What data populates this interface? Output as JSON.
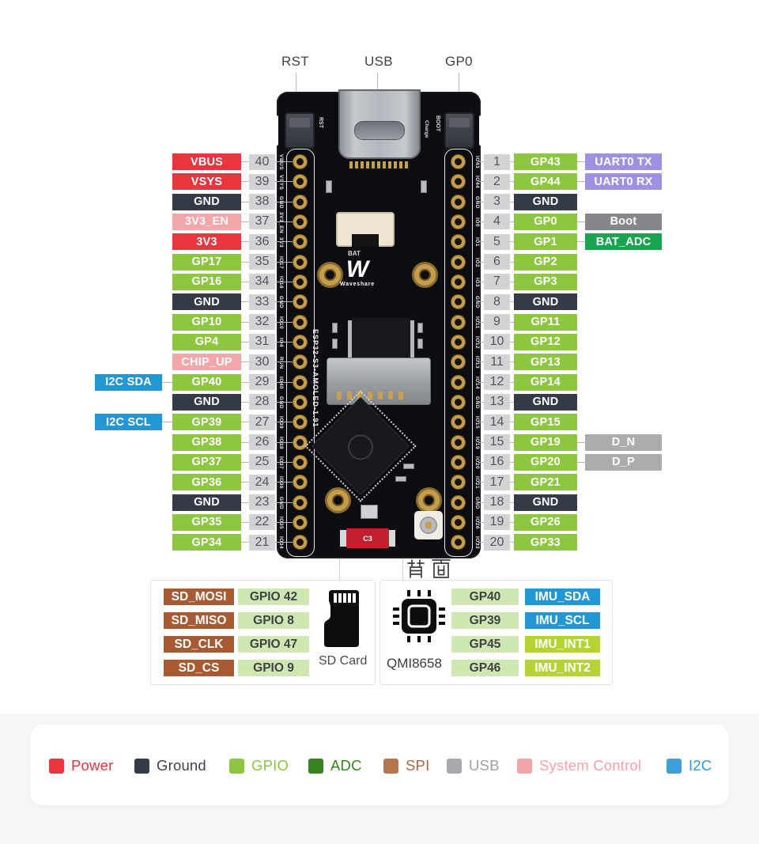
{
  "header": {
    "top_labels": [
      "RST",
      "USB",
      "GP0"
    ]
  },
  "colors": {
    "power": "#e8353e",
    "ground": "#343a46",
    "gpio": "#8dc63f",
    "sysctl": "#f3a7ab",
    "i2c": "#2397d4",
    "uart": "#9d92e2",
    "boot": "#85878a",
    "adc": "#1aa44f",
    "usb": "#aaacae",
    "lime": "#b4d435",
    "table_green": "#cfe7b2",
    "table_green_text": "#3f4245",
    "sd_brown": "#a85a33",
    "num_chip": "#d2d3d5"
  },
  "left_pins": [
    {
      "num": "40",
      "name": "VBUS",
      "type": "power",
      "silk": "VBUS",
      "fn": null,
      "fn_type": null
    },
    {
      "num": "39",
      "name": "VSYS",
      "type": "power",
      "silk": "VSYS",
      "fn": null,
      "fn_type": null
    },
    {
      "num": "38",
      "name": "GND",
      "type": "ground",
      "silk": "GND",
      "fn": null,
      "fn_type": null
    },
    {
      "num": "37",
      "name": "3V3_EN",
      "type": "sysctl",
      "silk": "3V3_EN",
      "fn": null,
      "fn_type": null
    },
    {
      "num": "36",
      "name": "3V3",
      "type": "power",
      "silk": "3V3",
      "fn": null,
      "fn_type": null
    },
    {
      "num": "35",
      "name": "GP17",
      "type": "gpio",
      "silk": "IO17",
      "fn": null,
      "fn_type": null
    },
    {
      "num": "34",
      "name": "GP16",
      "type": "gpio",
      "silk": "IO16",
      "fn": null,
      "fn_type": null
    },
    {
      "num": "33",
      "name": "GND",
      "type": "ground",
      "silk": "GND",
      "fn": null,
      "fn_type": null
    },
    {
      "num": "32",
      "name": "GP10",
      "type": "gpio",
      "silk": "IO10",
      "fn": null,
      "fn_type": null
    },
    {
      "num": "31",
      "name": "GP4",
      "type": "gpio",
      "silk": "IO4",
      "fn": null,
      "fn_type": null
    },
    {
      "num": "30",
      "name": "CHIP_UP",
      "type": "sysctl",
      "silk": "RUN",
      "fn": null,
      "fn_type": null
    },
    {
      "num": "29",
      "name": "GP40",
      "type": "gpio",
      "silk": "IO40",
      "fn": "I2C SDA",
      "fn_type": "i2c"
    },
    {
      "num": "28",
      "name": "GND",
      "type": "ground",
      "silk": "GND",
      "fn": null,
      "fn_type": null
    },
    {
      "num": "27",
      "name": "GP39",
      "type": "gpio",
      "silk": "IO39",
      "fn": "I2C SCL",
      "fn_type": "i2c"
    },
    {
      "num": "26",
      "name": "GP38",
      "type": "gpio",
      "silk": "IO38",
      "fn": null,
      "fn_type": null
    },
    {
      "num": "25",
      "name": "GP37",
      "type": "gpio",
      "silk": "IO37",
      "fn": null,
      "fn_type": null
    },
    {
      "num": "24",
      "name": "GP36",
      "type": "gpio",
      "silk": "IO36",
      "fn": null,
      "fn_type": null
    },
    {
      "num": "23",
      "name": "GND",
      "type": "ground",
      "silk": "GND",
      "fn": null,
      "fn_type": null
    },
    {
      "num": "22",
      "name": "GP35",
      "type": "gpio",
      "silk": "IO35",
      "fn": null,
      "fn_type": null
    },
    {
      "num": "21",
      "name": "GP34",
      "type": "gpio",
      "silk": "IO34",
      "fn": null,
      "fn_type": null
    }
  ],
  "right_pins": [
    {
      "num": "1",
      "name": "GP43",
      "type": "gpio",
      "silk": "IO43",
      "fn": "UART0 TX",
      "fn_type": "uart"
    },
    {
      "num": "2",
      "name": "GP44",
      "type": "gpio",
      "silk": "IO44",
      "fn": "UART0 RX",
      "fn_type": "uart"
    },
    {
      "num": "3",
      "name": "GND",
      "type": "ground",
      "silk": "GND",
      "fn": null,
      "fn_type": null
    },
    {
      "num": "4",
      "name": "GP0",
      "type": "gpio",
      "silk": "IO0",
      "fn": "Boot",
      "fn_type": "boot"
    },
    {
      "num": "5",
      "name": "GP1",
      "type": "gpio",
      "silk": "IO1",
      "fn": "BAT_ADC",
      "fn_type": "adc"
    },
    {
      "num": "6",
      "name": "GP2",
      "type": "gpio",
      "silk": "IO2",
      "fn": null,
      "fn_type": null
    },
    {
      "num": "7",
      "name": "GP3",
      "type": "gpio",
      "silk": "IO3",
      "fn": null,
      "fn_type": null
    },
    {
      "num": "8",
      "name": "GND",
      "type": "ground",
      "silk": "GND",
      "fn": null,
      "fn_type": null
    },
    {
      "num": "9",
      "name": "GP11",
      "type": "gpio",
      "silk": "IO11",
      "fn": null,
      "fn_type": null
    },
    {
      "num": "10",
      "name": "GP12",
      "type": "gpio",
      "silk": "IO12",
      "fn": null,
      "fn_type": null
    },
    {
      "num": "11",
      "name": "GP13",
      "type": "gpio",
      "silk": "IO13",
      "fn": null,
      "fn_type": null
    },
    {
      "num": "12",
      "name": "GP14",
      "type": "gpio",
      "silk": "IO14",
      "fn": null,
      "fn_type": null
    },
    {
      "num": "13",
      "name": "GND",
      "type": "ground",
      "silk": "GND",
      "fn": null,
      "fn_type": null
    },
    {
      "num": "14",
      "name": "GP15",
      "type": "gpio",
      "silk": "IO15",
      "fn": null,
      "fn_type": null
    },
    {
      "num": "15",
      "name": "GP19",
      "type": "gpio",
      "silk": "IO19",
      "fn": "D_N",
      "fn_type": "usb"
    },
    {
      "num": "16",
      "name": "GP20",
      "type": "gpio",
      "silk": "IO20",
      "fn": "D_P",
      "fn_type": "usb"
    },
    {
      "num": "17",
      "name": "GP21",
      "type": "gpio",
      "silk": "IO21",
      "fn": null,
      "fn_type": null
    },
    {
      "num": "18",
      "name": "GND",
      "type": "ground",
      "silk": "GND",
      "fn": null,
      "fn_type": null
    },
    {
      "num": "19",
      "name": "GP26",
      "type": "gpio",
      "silk": "IO26",
      "fn": null,
      "fn_type": null
    },
    {
      "num": "20",
      "name": "GP33",
      "type": "gpio",
      "silk": "IO33",
      "fn": null,
      "fn_type": null
    }
  ],
  "board": {
    "rst_button": "RST",
    "boot_button": "BOOT",
    "charge_silk": "Charge",
    "bat_silk": "BAT",
    "brand_mark": "W",
    "brand": "Waveshare",
    "model_silk": "ESP32-S3-AMOLED-1.91",
    "c3_silk": "C3"
  },
  "sd_table": {
    "caption": "SD Card",
    "rows": [
      {
        "signal": "SD_MOSI",
        "gpio": "GPIO 42"
      },
      {
        "signal": "SD_MISO",
        "gpio": "GPIO 8"
      },
      {
        "signal": "SD_CLK",
        "gpio": "GPIO 47"
      },
      {
        "signal": "SD_CS",
        "gpio": "GPIO 9"
      }
    ]
  },
  "imu_table": {
    "back_label": "背面",
    "chip": "QMI8658",
    "rows": [
      {
        "gpio": "GP40",
        "signal": "IMU_SDA",
        "type": "i2c"
      },
      {
        "gpio": "GP39",
        "signal": "IMU_SCL",
        "type": "i2c"
      },
      {
        "gpio": "GP45",
        "signal": "IMU_INT1",
        "type": "lime"
      },
      {
        "gpio": "GP46",
        "signal": "IMU_INT2",
        "type": "lime"
      }
    ]
  },
  "legend": {
    "items": [
      {
        "label": "Power",
        "color": "#e8353e",
        "text": "#e8353e"
      },
      {
        "label": "Ground",
        "color": "#343a46",
        "text": "#3d424d"
      },
      {
        "label": "GPIO",
        "color": "#8dc63f",
        "text": "#8dc63f"
      },
      {
        "label": "ADC",
        "color": "#37831f",
        "text": "#37831f"
      },
      {
        "label": "SPI",
        "color": "#b3764d",
        "text": "#a8663f"
      },
      {
        "label": "USB",
        "color": "#a7a9ac",
        "text": "#9fa1a4"
      },
      {
        "label": "System Control",
        "color": "#f2a3a8",
        "text": "#f2a3a8"
      },
      {
        "label": "I2C",
        "color": "#3e9fd9",
        "text": "#2f9ad2"
      }
    ]
  }
}
